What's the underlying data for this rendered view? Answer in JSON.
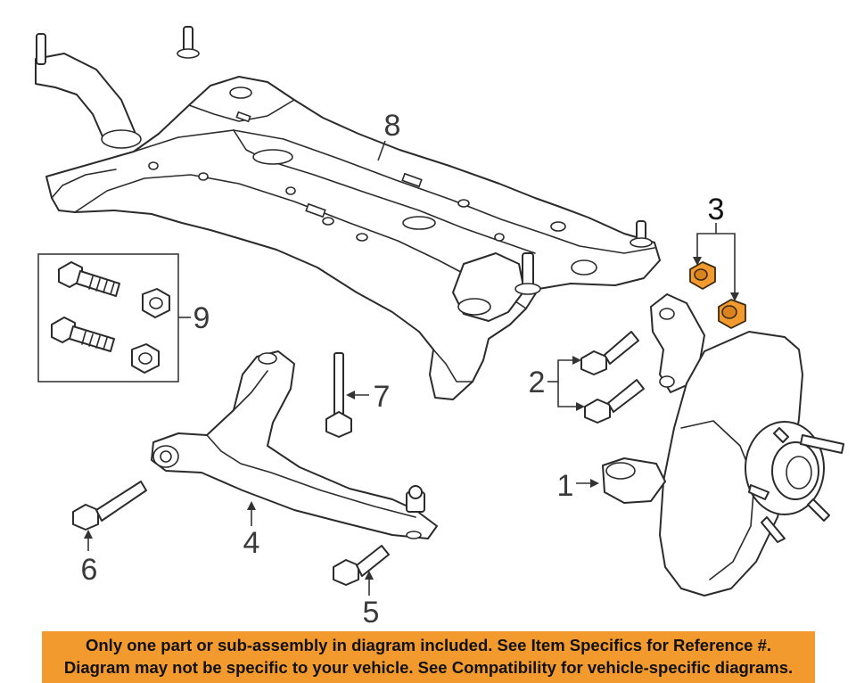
{
  "callouts": {
    "c1": "1",
    "c2": "2",
    "c3": "3",
    "c4": "4",
    "c5": "5",
    "c6": "6",
    "c7": "7",
    "c8": "8",
    "c9": "9"
  },
  "highlight_color": "#f29a2e",
  "notice": {
    "line1": "Only one part or sub-assembly in diagram included. See Item Specifics for Reference #.",
    "line2": "Diagram may not be specific to your vehicle. See Compatibility for vehicle-specific diagrams."
  }
}
